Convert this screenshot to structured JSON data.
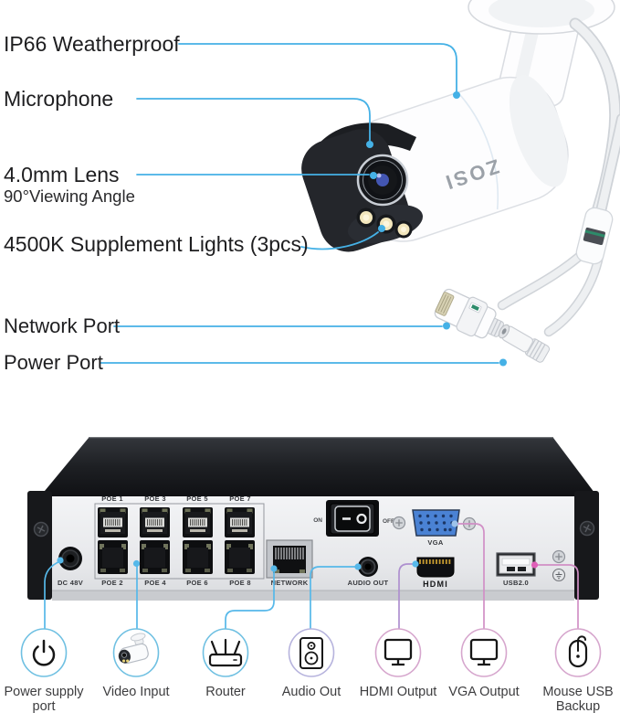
{
  "camera": {
    "brand_logo": "ZOSI",
    "callouts": [
      {
        "label": "IP66 Weatherproof"
      },
      {
        "label": "Microphone"
      },
      {
        "label": "4.0mm Lens",
        "sublabel": "90°Viewing Angle"
      },
      {
        "label": "4500K Supplement Lights (3pcs)"
      },
      {
        "label": "Network Port"
      },
      {
        "label": "Power Port"
      }
    ]
  },
  "nvr": {
    "ports": {
      "power": "DC 48V",
      "poe_top": [
        "POE 1",
        "POE 3",
        "POE 5",
        "POE 7"
      ],
      "poe_bottom": [
        "POE 2",
        "POE 4",
        "POE 6",
        "POE 8"
      ],
      "network": "NETWORK",
      "switch_on": "ON",
      "switch_off": "OFF",
      "vga": "VGA",
      "audio": "AUDIO OUT",
      "hdmi": "HDMI",
      "usb": "USB2.0"
    }
  },
  "legend": {
    "items": [
      {
        "icon": "power-icon",
        "label": "Power supply",
        "label2": "port"
      },
      {
        "icon": "camera-icon",
        "label": "Video Input"
      },
      {
        "icon": "router-icon",
        "label": "Router"
      },
      {
        "icon": "speaker-icon",
        "label": "Audio Out"
      },
      {
        "icon": "monitor-icon",
        "label": "HDMI Output"
      },
      {
        "icon": "monitor-icon",
        "label": "VGA Output"
      },
      {
        "icon": "mouse-icon",
        "label": "Mouse USB",
        "label2": "Backup"
      }
    ]
  },
  "colors": {
    "callout_line_blue": "#45b1e6",
    "connection_blue": "#56b8e9",
    "connection_purple": "#ae90cf",
    "connection_pink": "#d18fc6",
    "legend_circle_blue": "#6fc0e2",
    "legend_circle_lavender": "#b6b3dd",
    "legend_circle_pink": "#d6a6cd",
    "vga_connector_blue": "#4a82d4"
  }
}
